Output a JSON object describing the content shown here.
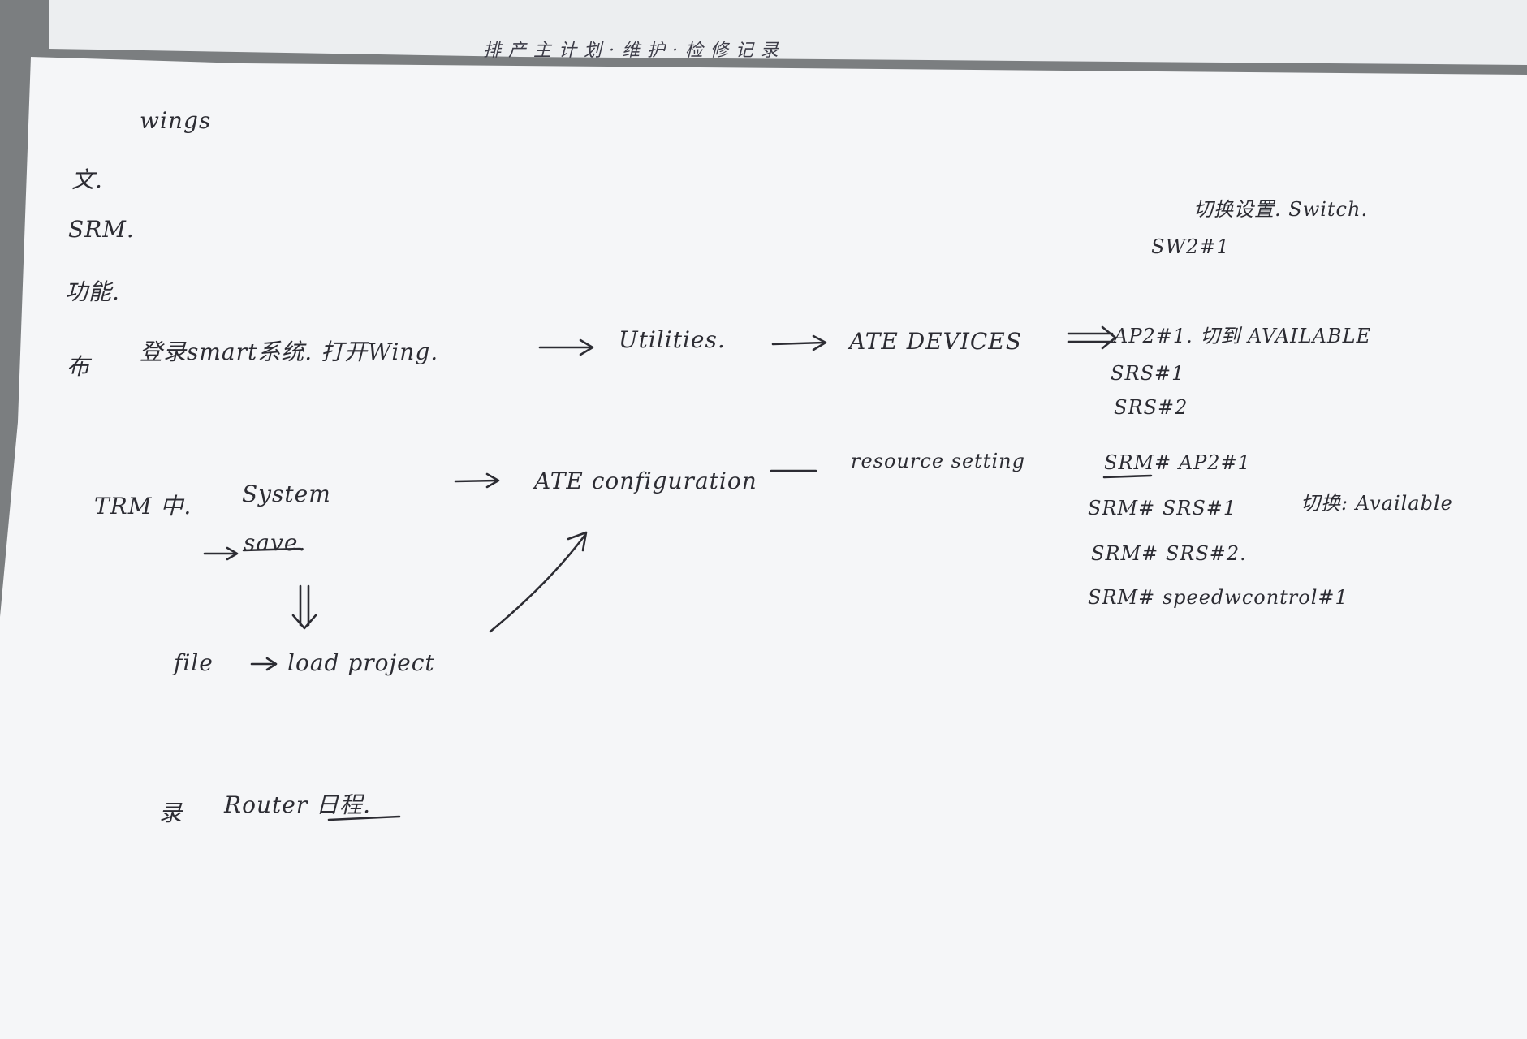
{
  "colors": {
    "desk": "#7b7e80",
    "back_sheet": "#eceef0",
    "paper": "#f5f6f8",
    "ink": "#2c2c33"
  },
  "notes": {
    "top_word": "wings",
    "bullet_1": "文.",
    "bullet_2": "SRM.",
    "bullet_3": "功能.",
    "step_marker": "布",
    "flow_login": "登录smart系统. 打开Wing.",
    "flow_utilities": "Utilities.",
    "flow_ate_devices": "ATE DEVICES",
    "ate_list": [
      "AP2#1. 切到 AVAILABLE",
      "SRS#1",
      "SRS#2"
    ],
    "switch_note": "切换设置. Switch.",
    "switch_id": "SW2#1",
    "trm_label": "TRM 中.",
    "system_label": "System",
    "save_label": "save.",
    "file_label": "file",
    "load_project": "load project",
    "ate_configuration": "ATE configuration",
    "resource_setting": "resource setting",
    "srm_list": [
      "SRM# AP2#1",
      "SRM# SRS#1",
      "SRM# SRS#2.",
      "SRM# speedwcontrol#1"
    ],
    "srm_status": "切换: Available",
    "router_note": "Router 日程.",
    "router_marker": "录",
    "back_sheet_text": "排 产 主 计 划 · 维 护 · 检 修 记 录"
  }
}
